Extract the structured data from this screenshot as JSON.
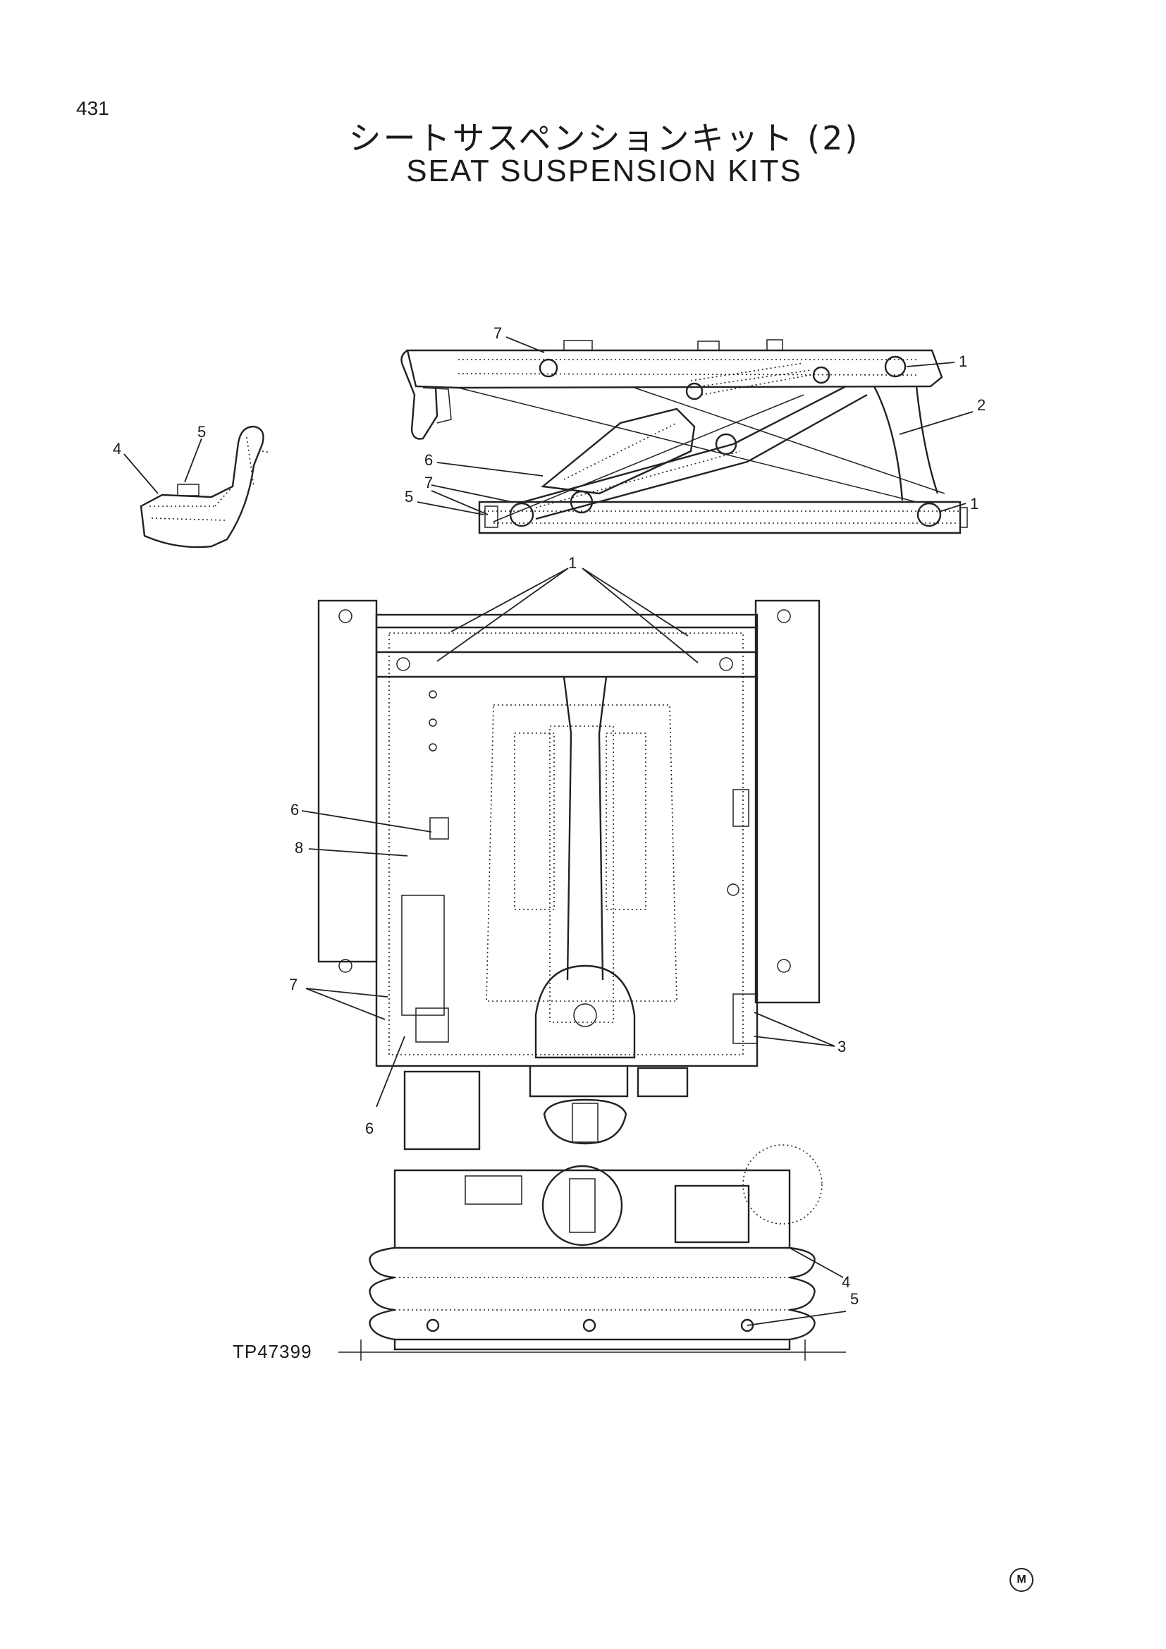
{
  "page": {
    "number": "431",
    "title_jp": "シートサスペンションキット (2)",
    "title_en": "SEAT SUSPENSION KITS",
    "drawing_code": "TP47399",
    "mark": "M"
  },
  "callouts": {
    "c1a": "1",
    "c1b": "1",
    "c1c": "1",
    "c2": "2",
    "c3": "3",
    "c4a": "4",
    "c4b": "4",
    "c5a": "5",
    "c5b": "5",
    "c5c": "5",
    "c6a": "6",
    "c6b": "6",
    "c6c": "6",
    "c7a": "7",
    "c7b": "7",
    "c7c": "7",
    "c8": "8"
  }
}
